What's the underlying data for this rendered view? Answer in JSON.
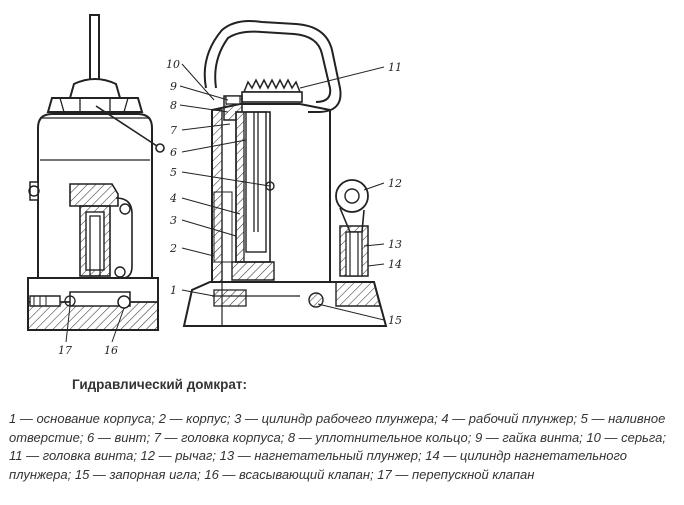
{
  "figure": {
    "callouts": [
      "1",
      "2",
      "3",
      "4",
      "5",
      "6",
      "7",
      "8",
      "9",
      "10",
      "11",
      "12",
      "13",
      "14",
      "15",
      "16",
      "17"
    ]
  },
  "caption": {
    "title": "Гидравлический домкрат:",
    "legend": "1 — основание корпуса; 2 — корпус; 3 — цилиндр рабочего плунжера; 4 — рабочий плунжер; 5 — наливное отверстие; 6 — винт; 7 — головка корпуса; 8 — уплотнительное кольцо; 9 — гайка винта; 10 — серьга; 11 — головка винта; 12 — рычаг; 13 — нагнетательный плунжер; 14 — цилиндр нагнетательного плунжера; 15 — запорная игла; 16 — всасывающий клапан; 17 — перепускной клапан"
  }
}
